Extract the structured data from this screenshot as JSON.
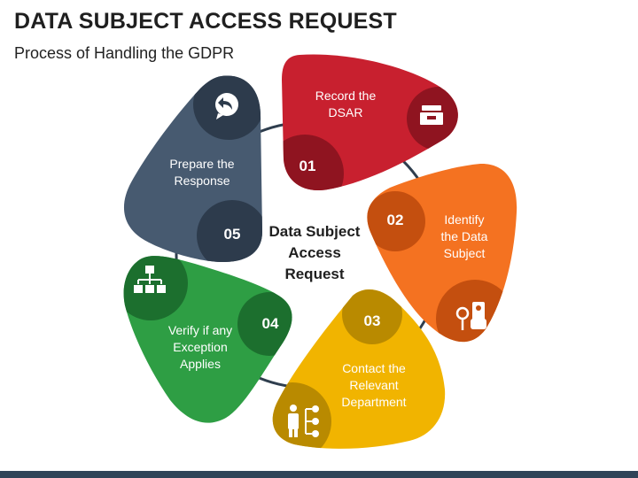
{
  "header": {
    "title": "DATA SUBJECT ACCESS REQUEST",
    "subtitle": "Process of Handling the GDPR"
  },
  "center": {
    "line1": "Data Subject",
    "line2": "Access",
    "line3": "Request"
  },
  "steps": [
    {
      "number": "01",
      "line1": "Record the",
      "line2": "DSAR",
      "line3": "",
      "color": "#c8202f",
      "dark": "#8f1420",
      "icon": "archive-drawer-icon"
    },
    {
      "number": "02",
      "line1": "Identify",
      "line2": "the Data",
      "line3": "Subject",
      "color": "#f47221",
      "dark": "#c44f0f",
      "icon": "search-id-card-icon"
    },
    {
      "number": "03",
      "line1": "Contact the",
      "line2": "Relevant",
      "line3": "Department",
      "color": "#f1b400",
      "dark": "#b98a00",
      "icon": "person-hierarchy-icon"
    },
    {
      "number": "04",
      "line1": "Verify if any",
      "line2": "Exception",
      "line3": "Applies",
      "color": "#2e9e44",
      "dark": "#1c6f2e",
      "icon": "checklist-hierarchy-icon"
    },
    {
      "number": "05",
      "line1": "Prepare the",
      "line2": "Response",
      "line3": "",
      "color": "#475a70",
      "dark": "#2d3b4c",
      "icon": "reply-chat-icon"
    }
  ]
}
